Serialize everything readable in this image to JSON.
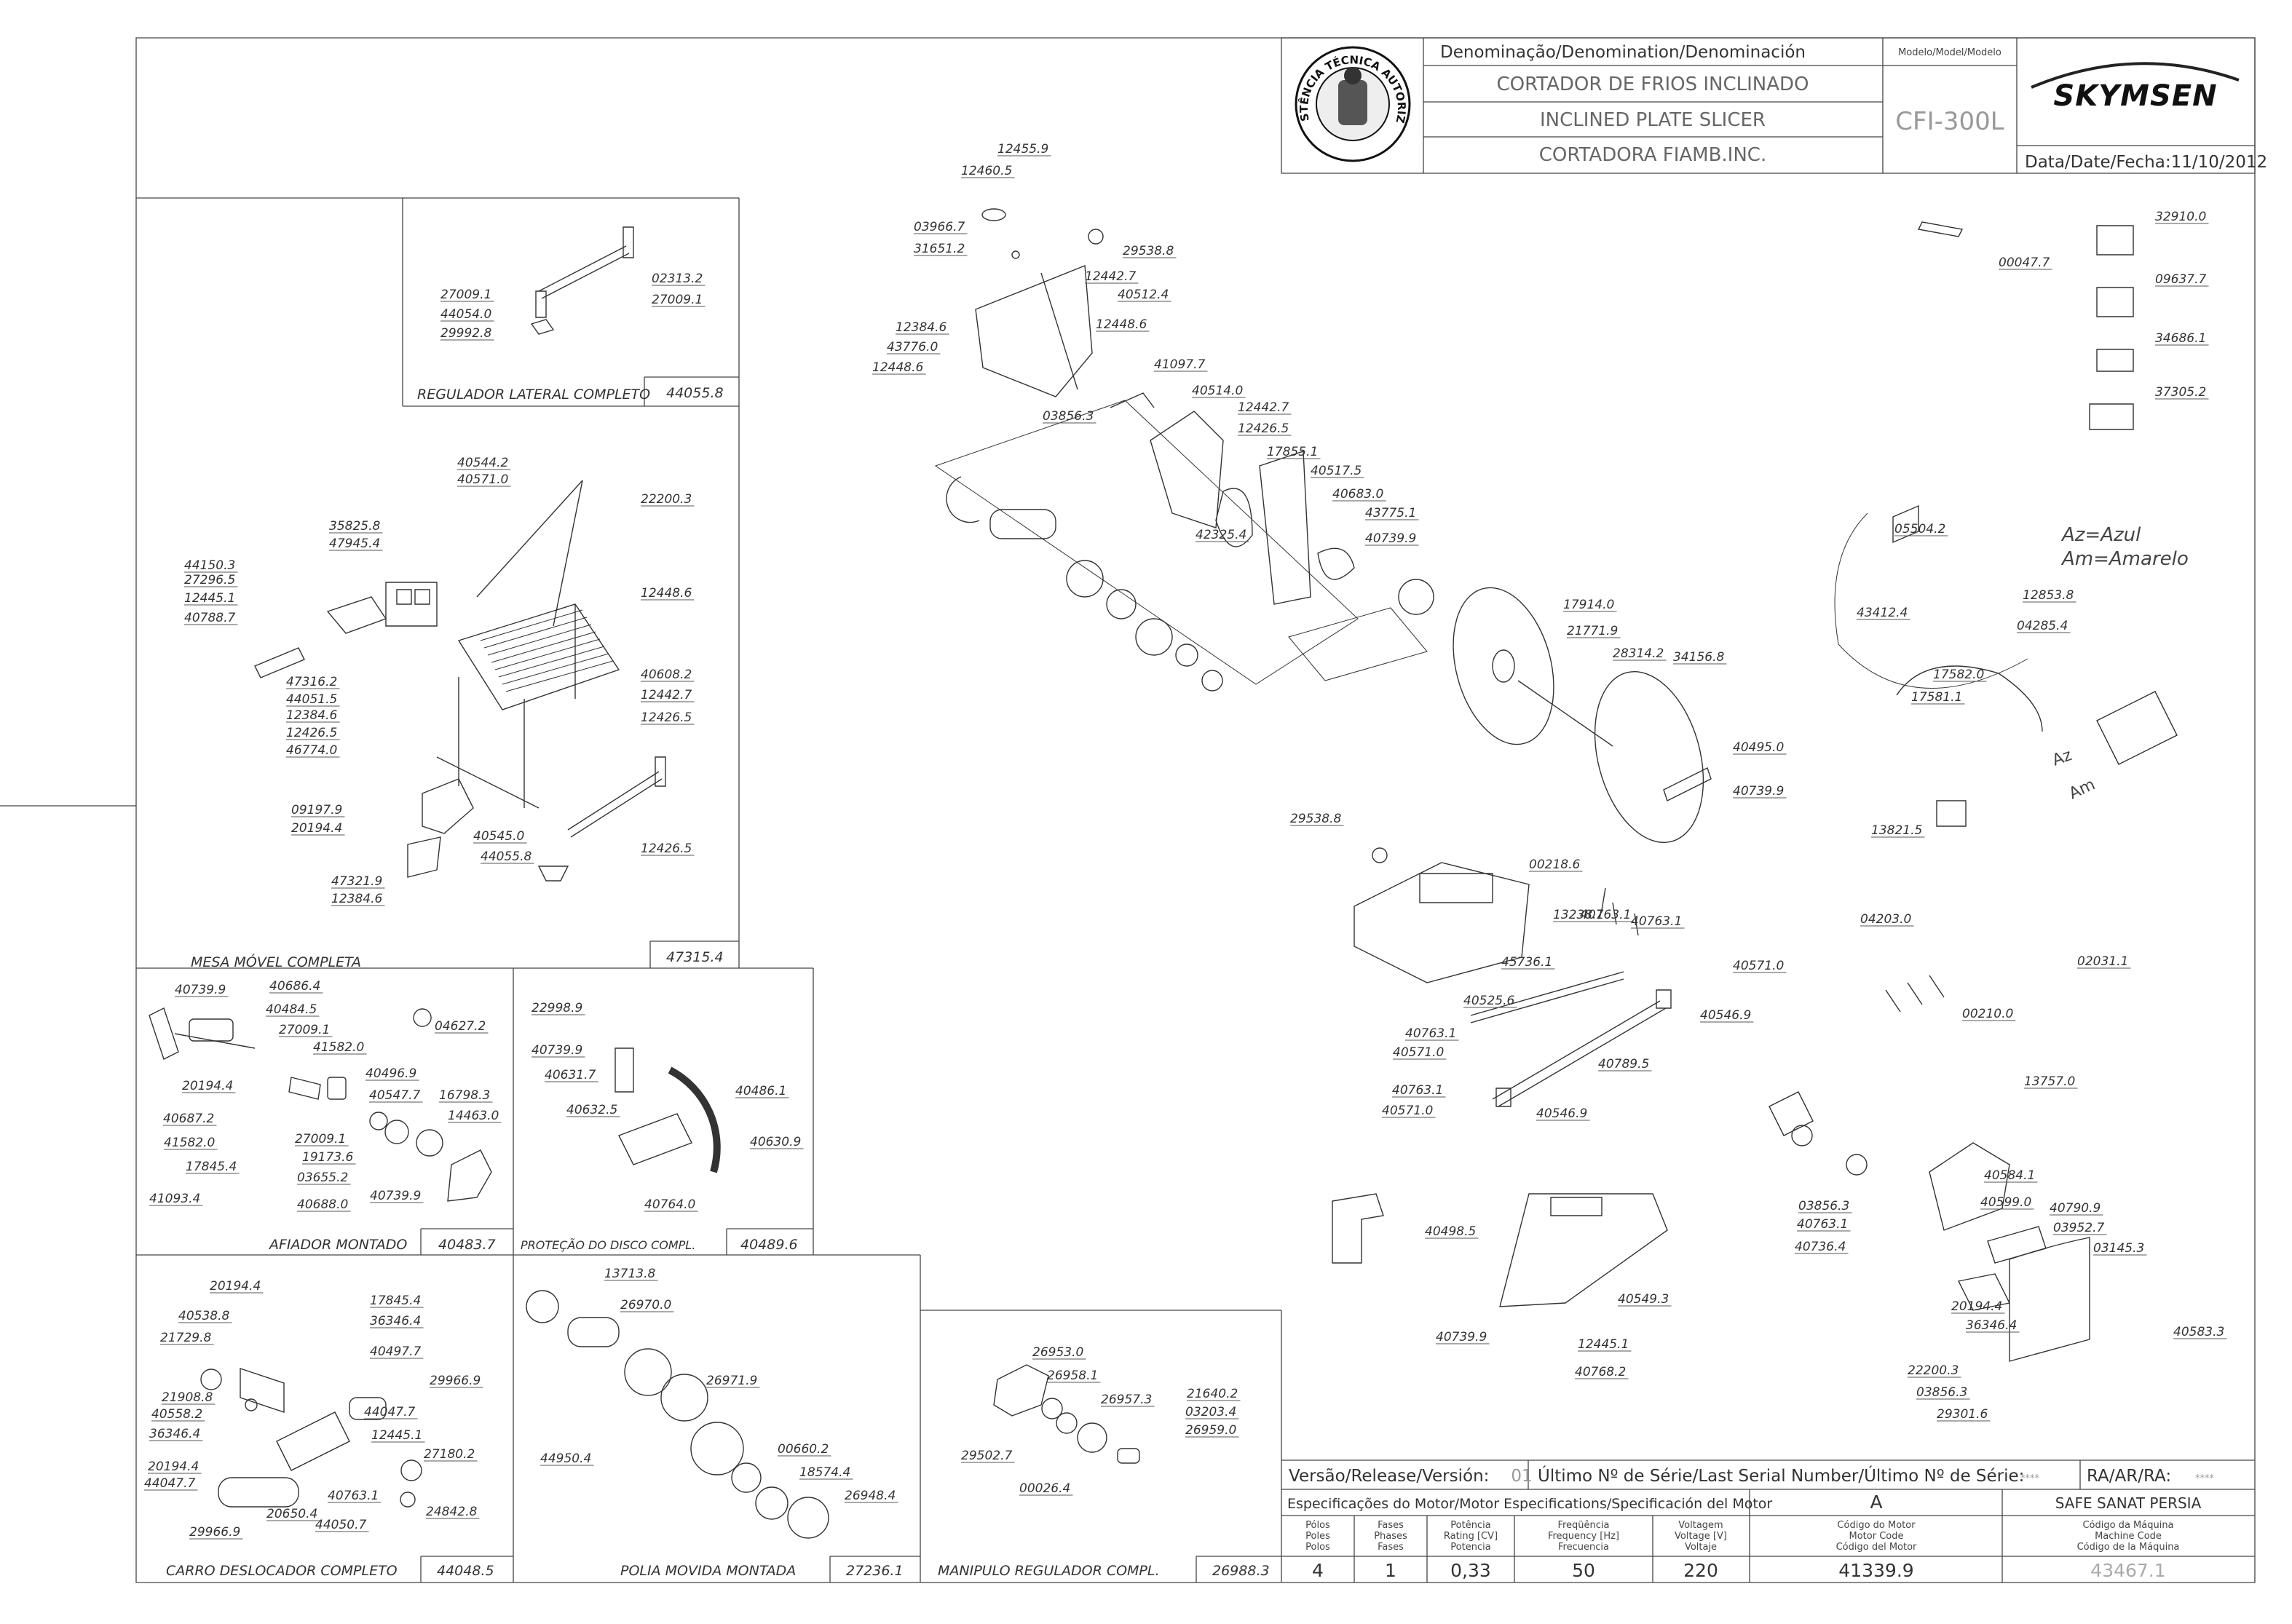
{
  "title_block": {
    "denomination_label": "Denominação/Denomination/Denominación",
    "name_pt": "CORTADOR DE FRIOS INCLINADO",
    "name_en": "INCLINED PLATE SLICER",
    "name_es": "CORTADORA FIAMB.INC.",
    "model_label": "Modelo/Model/Modelo",
    "model_value": "CFI-300L",
    "brand": "SKYMSEN",
    "date_label": "Data/Date/Fecha:",
    "date_value": "11/10/2012",
    "stamp_text": "ASSISTÊNCIA TÉCNICA AUTORIZADA"
  },
  "legend_colors": {
    "line1": "Az=Azul",
    "line2": "Am=Amarelo",
    "wire_az": "Az",
    "wire_am": "Am"
  },
  "subassemblies": [
    {
      "name": "REGULADOR LATERAL COMPLETO",
      "code": "44055.8"
    },
    {
      "name": "MESA MÓVEL COMPLETA",
      "code": "47315.4"
    },
    {
      "name": "AFIADOR MONTADO",
      "code": "40483.7"
    },
    {
      "name": "PROTEÇÃO DO DISCO COMPL.",
      "code": "40489.6"
    },
    {
      "name": "CARRO DESLOCADOR COMPLETO",
      "code": "44048.5"
    },
    {
      "name": "POLIA MOVIDA MONTADA",
      "code": "27236.1"
    },
    {
      "name": "MANIPULO REGULADOR COMPL.",
      "code": "26988.3"
    }
  ],
  "footer": {
    "version_label": "Versão/Release/Versión:",
    "version_value": "01",
    "serial_label": "Último Nº de Série/Last Serial Number/Último Nº de Série:",
    "serial_value": "****",
    "ra_label": "RA/AR/RA:",
    "ra_value": "****",
    "motor_spec_label": "Especificações do Motor/Motor Especifications/Specificación del Motor",
    "motor_variant": "A",
    "customer": "SAFE SANAT PERSIA",
    "col_poles": [
      "Pólos",
      "Poles",
      "Polos"
    ],
    "col_phases": [
      "Fases",
      "Phases",
      "Fases"
    ],
    "col_power": [
      "Potência",
      "Rating [CV]",
      "Potencia"
    ],
    "col_freq": [
      "Freqüência",
      "Frequency [Hz]",
      "Frecuencia"
    ],
    "col_volt": [
      "Voltagem",
      "Voltage [V]",
      "Voltaje"
    ],
    "col_motor_code": [
      "Código do Motor",
      "Motor Code",
      "Código del Motor"
    ],
    "col_machine_code": [
      "Código da Máquina",
      "Machine Code",
      "Código de la Máquina"
    ],
    "poles": "4",
    "phases": "1",
    "power": "0,33",
    "frequency": "50",
    "voltage": "220",
    "motor_code": "41339.9",
    "machine_code": "43467.1"
  },
  "part_labels": {
    "reg": [
      "27009.1",
      "02313.2",
      "27009.1",
      "44054.0",
      "29992.8"
    ],
    "mesa": [
      "40544.2",
      "40571.0",
      "22200.3",
      "35825.8",
      "47945.4",
      "44150.3",
      "27296.5",
      "12445.1",
      "40788.7",
      "12448.6",
      "47316.2",
      "44051.5",
      "12384.6",
      "12426.5",
      "46774.0",
      "40608.2",
      "12442.7",
      "12426.5",
      "09197.9",
      "20194.4",
      "40545.0",
      "44055.8",
      "12426.5",
      "47321.9",
      "12384.6"
    ],
    "afiador": [
      "40739.9",
      "40686.4",
      "40484.5",
      "27009.1",
      "41582.0",
      "04627.2",
      "20194.4",
      "40496.9",
      "40547.7",
      "16798.3",
      "14463.0",
      "40687.2",
      "41582.0",
      "27009.1",
      "19173.6",
      "17845.4",
      "03655.2",
      "40688.0",
      "40739.9",
      "41093.4"
    ],
    "protecao": [
      "22998.9",
      "40739.9",
      "40631.7",
      "40486.1",
      "40632.5",
      "40630.9",
      "40764.0"
    ],
    "carro": [
      "20194.4",
      "17845.4",
      "40538.8",
      "36346.4",
      "21729.8",
      "40497.7",
      "29966.9",
      "21908.8",
      "40558.2",
      "44047.7",
      "36346.4",
      "12445.1",
      "20194.4",
      "27180.2",
      "44047.7",
      "40763.1",
      "20650.4",
      "24842.8",
      "29966.9",
      "44050.7"
    ],
    "polia": [
      "13713.8",
      "26970.0",
      "26971.9",
      "44950.4",
      "00660.2",
      "18574.4",
      "26948.4"
    ],
    "manipulo": [
      "26953.0",
      "26958.1",
      "26957.3",
      "21640.2",
      "03203.4",
      "26959.0",
      "29502.7",
      "00026.4"
    ],
    "top": [
      "12455.9",
      "12460.5",
      "03966.7",
      "31651.2",
      "29538.8",
      "12442.7",
      "40512.4",
      "12448.6",
      "12384.6",
      "43776.0",
      "12448.6",
      "41097.7",
      "40514.0",
      "03856.3",
      "12442.7",
      "12426.5",
      "17855.1",
      "40517.5",
      "40683.0",
      "43775.1",
      "42325.4",
      "40739.9",
      "17914.0",
      "21771.9",
      "28314.2",
      "34156.8",
      "40495.0",
      "40739.9"
    ],
    "right": [
      "00047.7",
      "32910.0",
      "09637.7",
      "34686.1",
      "37305.2",
      "05504.2",
      "43412.4",
      "12853.8",
      "04285.4",
      "17582.0",
      "17581.1",
      "13821.5"
    ],
    "base": [
      "29538.8",
      "00218.6",
      "13238.1",
      "40763.1",
      "40763.1",
      "45736.1",
      "40571.0",
      "40546.9",
      "40525.6",
      "40763.1",
      "40571.0",
      "40789.5",
      "40763.1",
      "40571.0",
      "40546.9",
      "04203.0",
      "00210.0",
      "02031.1",
      "13757.0",
      "40498.5",
      "40549.3",
      "40739.9",
      "12445.1",
      "40768.2"
    ],
    "lower_right": [
      "40584.1",
      "03856.3",
      "40599.0",
      "40790.9",
      "40763.1",
      "03952.7",
      "40736.4",
      "03145.3",
      "20194.4",
      "36346.4",
      "40583.3",
      "22200.3",
      "03856.3",
      "29301.6"
    ]
  }
}
